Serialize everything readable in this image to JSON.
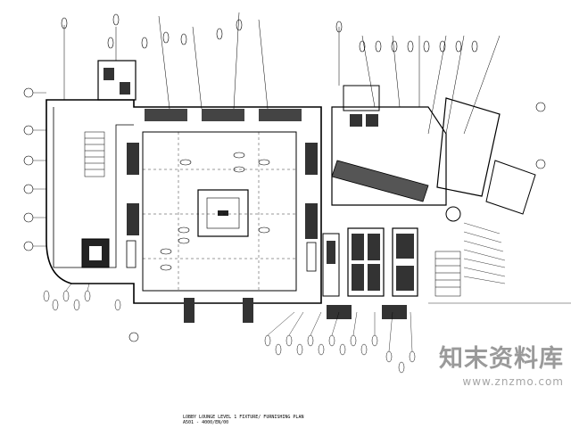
{
  "drawing": {
    "title_line_1": "LOBBY LOUNGE LEVEL 1   FIXTURE/ FURNISHING PLAN",
    "title_line_2": "A501 - 4000/EN/00"
  },
  "watermark": {
    "site_name": "知末资料库",
    "url": "www.znzmo.com"
  },
  "colors": {
    "line": "#000000",
    "paper": "#ffffff",
    "watermark": "#9a9a9a"
  }
}
